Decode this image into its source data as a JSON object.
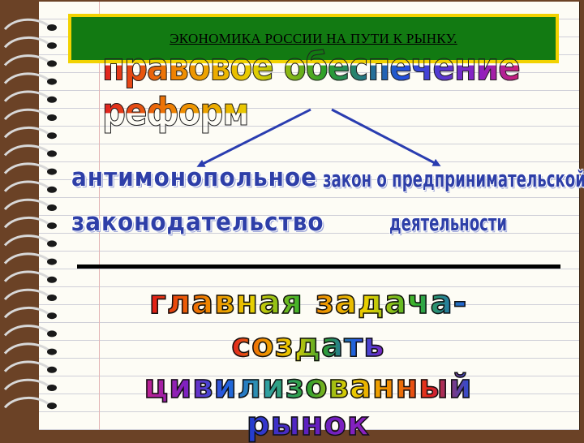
{
  "title": "ЭКОНОМИКА РОССИИ НА ПУТИ К РЫНКУ.",
  "heading": "правовое обеспечение реформ",
  "left_item": {
    "line1": "антимонопольное",
    "line2": "законодательство"
  },
  "right_item": {
    "line1": "закон о предпринимательской",
    "line2": "деятельности"
  },
  "main_task": {
    "line1_a": "главная",
    "line1_b": "задача-",
    "line2": "создать",
    "line3_a": "цивилизованный",
    "line3_b": "рынок"
  },
  "colors": {
    "background": "#6b4226",
    "title_box": "#127a12",
    "title_border": "#f2d200",
    "arrows": "#2a3db0",
    "blue_text": "#2e3fa8"
  }
}
